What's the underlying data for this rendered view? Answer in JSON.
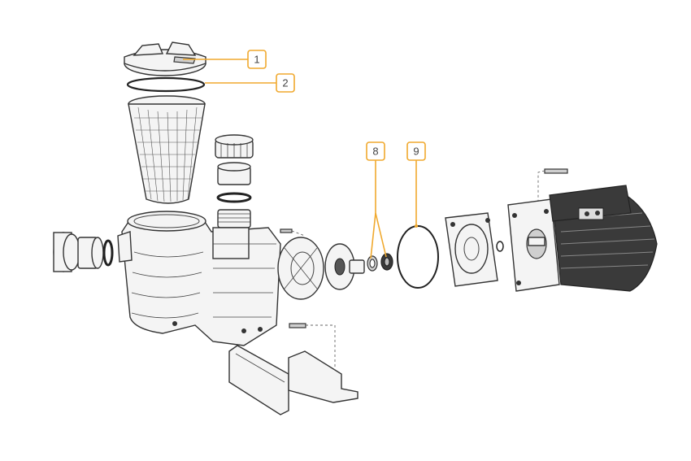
{
  "callouts": [
    {
      "id": "1",
      "label": "1"
    },
    {
      "id": "2",
      "label": "2"
    },
    {
      "id": "8",
      "label": "8"
    },
    {
      "id": "9",
      "label": "9"
    }
  ],
  "colors": {
    "callout_accent": "#f0a92e",
    "line_art": "#333333",
    "motor_dark": "#3a3a3a",
    "background": "#ffffff"
  }
}
